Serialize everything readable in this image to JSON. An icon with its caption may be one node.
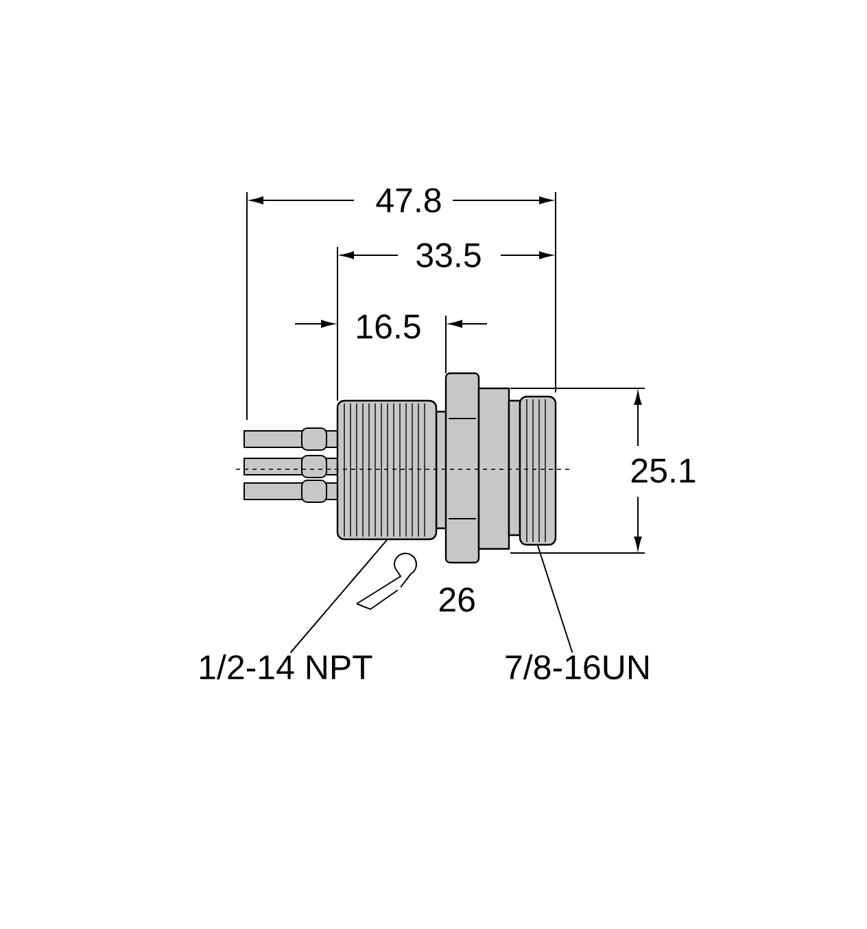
{
  "diagram": {
    "nodes": [
      {
        "text": [
          "1/2-14 NPT"
        ]
      },
      {
        "text": [],
        "shape": "picture"
      },
      {
        "text": [
          "7/8-16UN"
        ]
      },
      {
        "text": [],
        "shape": "picture"
      }
    ],
    "edges": [
      {
        "from": 0,
        "to": 1,
        "arrow": "none"
      },
      {
        "from": 2,
        "to": 3,
        "arrow": "none"
      }
    ],
    "labels": [
      "47.8",
      "33.5",
      "16.5",
      "25.1",
      "26"
    ]
  }
}
